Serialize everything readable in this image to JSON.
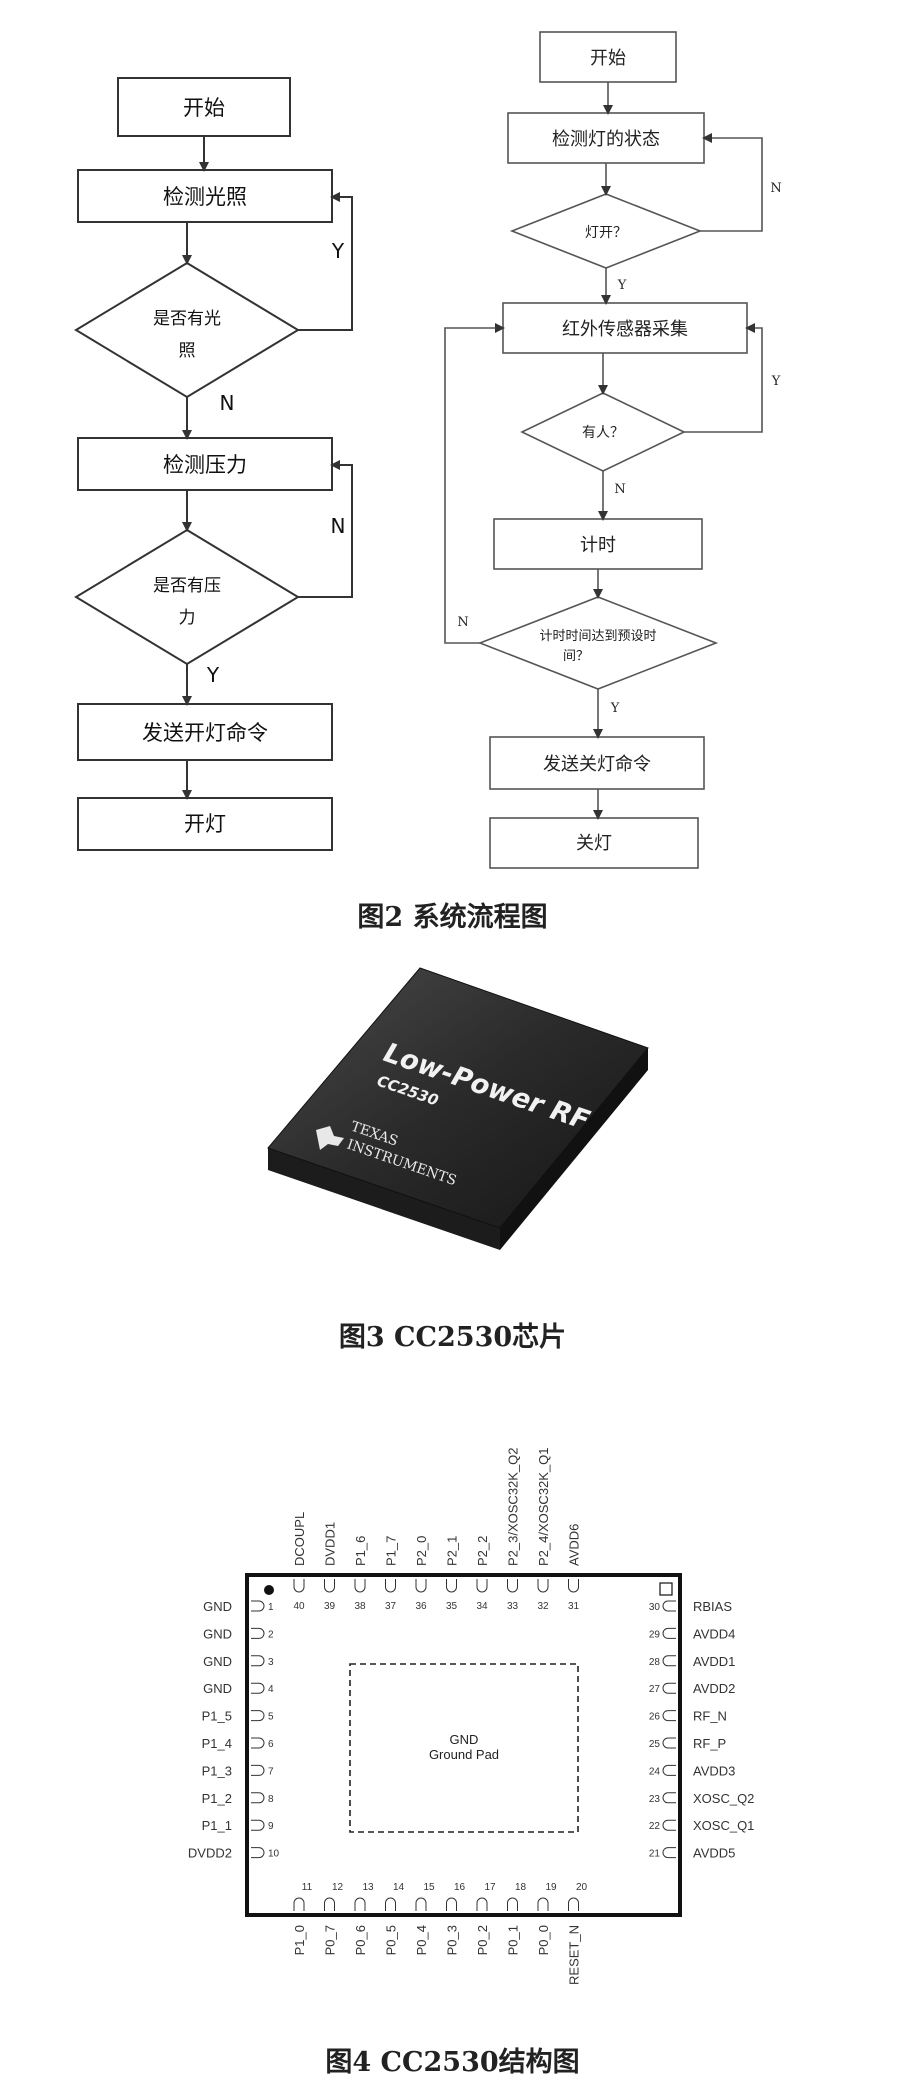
{
  "figure2": {
    "caption": "图2  系统流程图",
    "left_flow": {
      "start": "开始",
      "detect_light": "检测光照",
      "has_light": [
        "是否有光",
        "照"
      ],
      "y1": "Y",
      "n1": "N",
      "detect_pressure": "检测压力",
      "has_pressure": [
        "是否有压",
        "力"
      ],
      "n2": "N",
      "y2": "Y",
      "send_on": "发送开灯命令",
      "light_on": "开灯"
    },
    "right_flow": {
      "start": "开始",
      "detect_state": "检测灯的状态",
      "is_on": "灯开？",
      "n1": "N",
      "y1": "Y",
      "ir_collect": "红外传感器采集",
      "has_person": "有人？",
      "y2": "Y",
      "n2": "N",
      "timer": "计时",
      "time_reached": [
        "计时时间达到预设时",
        "间？"
      ],
      "n3": "N",
      "y3": "Y",
      "send_off": "发送关灯命令",
      "light_off": "关灯"
    }
  },
  "figure3": {
    "caption": "图3   CC2530芯片",
    "chip_text": {
      "line1": "Low-Power RF",
      "line2": "CC2530",
      "brand1": "TEXAS",
      "brand2": "INSTRUMENTS"
    }
  },
  "figure4": {
    "caption": "图4   CC2530结构图",
    "center": [
      "GND",
      "Ground Pad"
    ],
    "left_pins": [
      {
        "num": "1",
        "name": "GND"
      },
      {
        "num": "2",
        "name": "GND"
      },
      {
        "num": "3",
        "name": "GND"
      },
      {
        "num": "4",
        "name": "GND"
      },
      {
        "num": "5",
        "name": "P1_5"
      },
      {
        "num": "6",
        "name": "P1_4"
      },
      {
        "num": "7",
        "name": "P1_3"
      },
      {
        "num": "8",
        "name": "P1_2"
      },
      {
        "num": "9",
        "name": "P1_1"
      },
      {
        "num": "10",
        "name": "DVDD2"
      }
    ],
    "right_pins": [
      {
        "num": "30",
        "name": "RBIAS"
      },
      {
        "num": "29",
        "name": "AVDD4"
      },
      {
        "num": "28",
        "name": "AVDD1"
      },
      {
        "num": "27",
        "name": "AVDD2"
      },
      {
        "num": "26",
        "name": "RF_N"
      },
      {
        "num": "25",
        "name": "RF_P"
      },
      {
        "num": "24",
        "name": "AVDD3"
      },
      {
        "num": "23",
        "name": "XOSC_Q2"
      },
      {
        "num": "22",
        "name": "XOSC_Q1"
      },
      {
        "num": "21",
        "name": "AVDD5"
      }
    ],
    "top_pins": [
      {
        "num": "40",
        "name": "DCOUPL"
      },
      {
        "num": "39",
        "name": "DVDD1"
      },
      {
        "num": "38",
        "name": "P1_6"
      },
      {
        "num": "37",
        "name": "P1_7"
      },
      {
        "num": "36",
        "name": "P2_0"
      },
      {
        "num": "35",
        "name": "P2_1"
      },
      {
        "num": "34",
        "name": "P2_2"
      },
      {
        "num": "33",
        "name": "P2_3/XOSC32K_Q2"
      },
      {
        "num": "32",
        "name": "P2_4/XOSC32K_Q1"
      },
      {
        "num": "31",
        "name": "AVDD6"
      }
    ],
    "bottom_pins": [
      {
        "num": "11",
        "name": "P1_0"
      },
      {
        "num": "12",
        "name": "P0_7"
      },
      {
        "num": "13",
        "name": "P0_6"
      },
      {
        "num": "14",
        "name": "P0_5"
      },
      {
        "num": "15",
        "name": "P0_4"
      },
      {
        "num": "16",
        "name": "P0_3"
      },
      {
        "num": "17",
        "name": "P0_2"
      },
      {
        "num": "18",
        "name": "P0_1"
      },
      {
        "num": "19",
        "name": "P0_0"
      },
      {
        "num": "20",
        "name": "RESET_N"
      }
    ]
  }
}
